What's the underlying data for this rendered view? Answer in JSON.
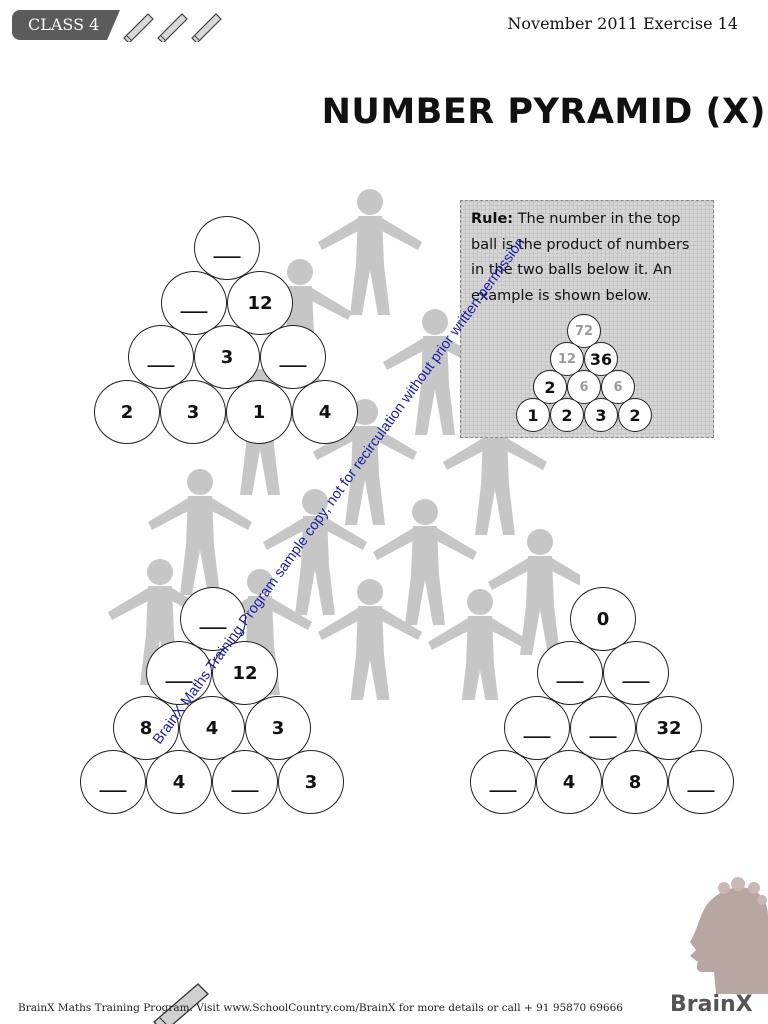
{
  "header": {
    "class_label": "CLASS 4",
    "date_exercise": "November 2011 Exercise 14"
  },
  "title": "NUMBER PYRAMID (X)",
  "rule": {
    "label": "Rule:",
    "text": " The number in the top ball is the product of numbers in the two balls below it. An example is shown below."
  },
  "example_pyramid": {
    "rows": [
      [
        "72"
      ],
      [
        "12",
        "36"
      ],
      [
        "2",
        "6",
        "6"
      ],
      [
        "1",
        "2",
        "3",
        "2"
      ]
    ]
  },
  "pyramids": [
    {
      "rows": [
        [
          "___"
        ],
        [
          "___",
          "12"
        ],
        [
          "___",
          "3",
          "___"
        ],
        [
          "2",
          "3",
          "1",
          "4"
        ]
      ]
    },
    {
      "rows": [
        [
          "___"
        ],
        [
          "___",
          "12"
        ],
        [
          "8",
          "4",
          "3"
        ],
        [
          "___",
          "4",
          "___",
          "3"
        ]
      ]
    },
    {
      "rows": [
        [
          "0"
        ],
        [
          "___",
          "___"
        ],
        [
          "___",
          "___",
          "32"
        ],
        [
          "___",
          "4",
          "8",
          "___"
        ]
      ]
    }
  ],
  "watermark": "BrainX Maths Training Program sample copy, not for recirculation without prior written permission",
  "footer": "BrainX Maths Training Program. Visit www.SchoolCountry.com/BrainX for more details or call + 91 95870 69666",
  "brand": "BrainX"
}
